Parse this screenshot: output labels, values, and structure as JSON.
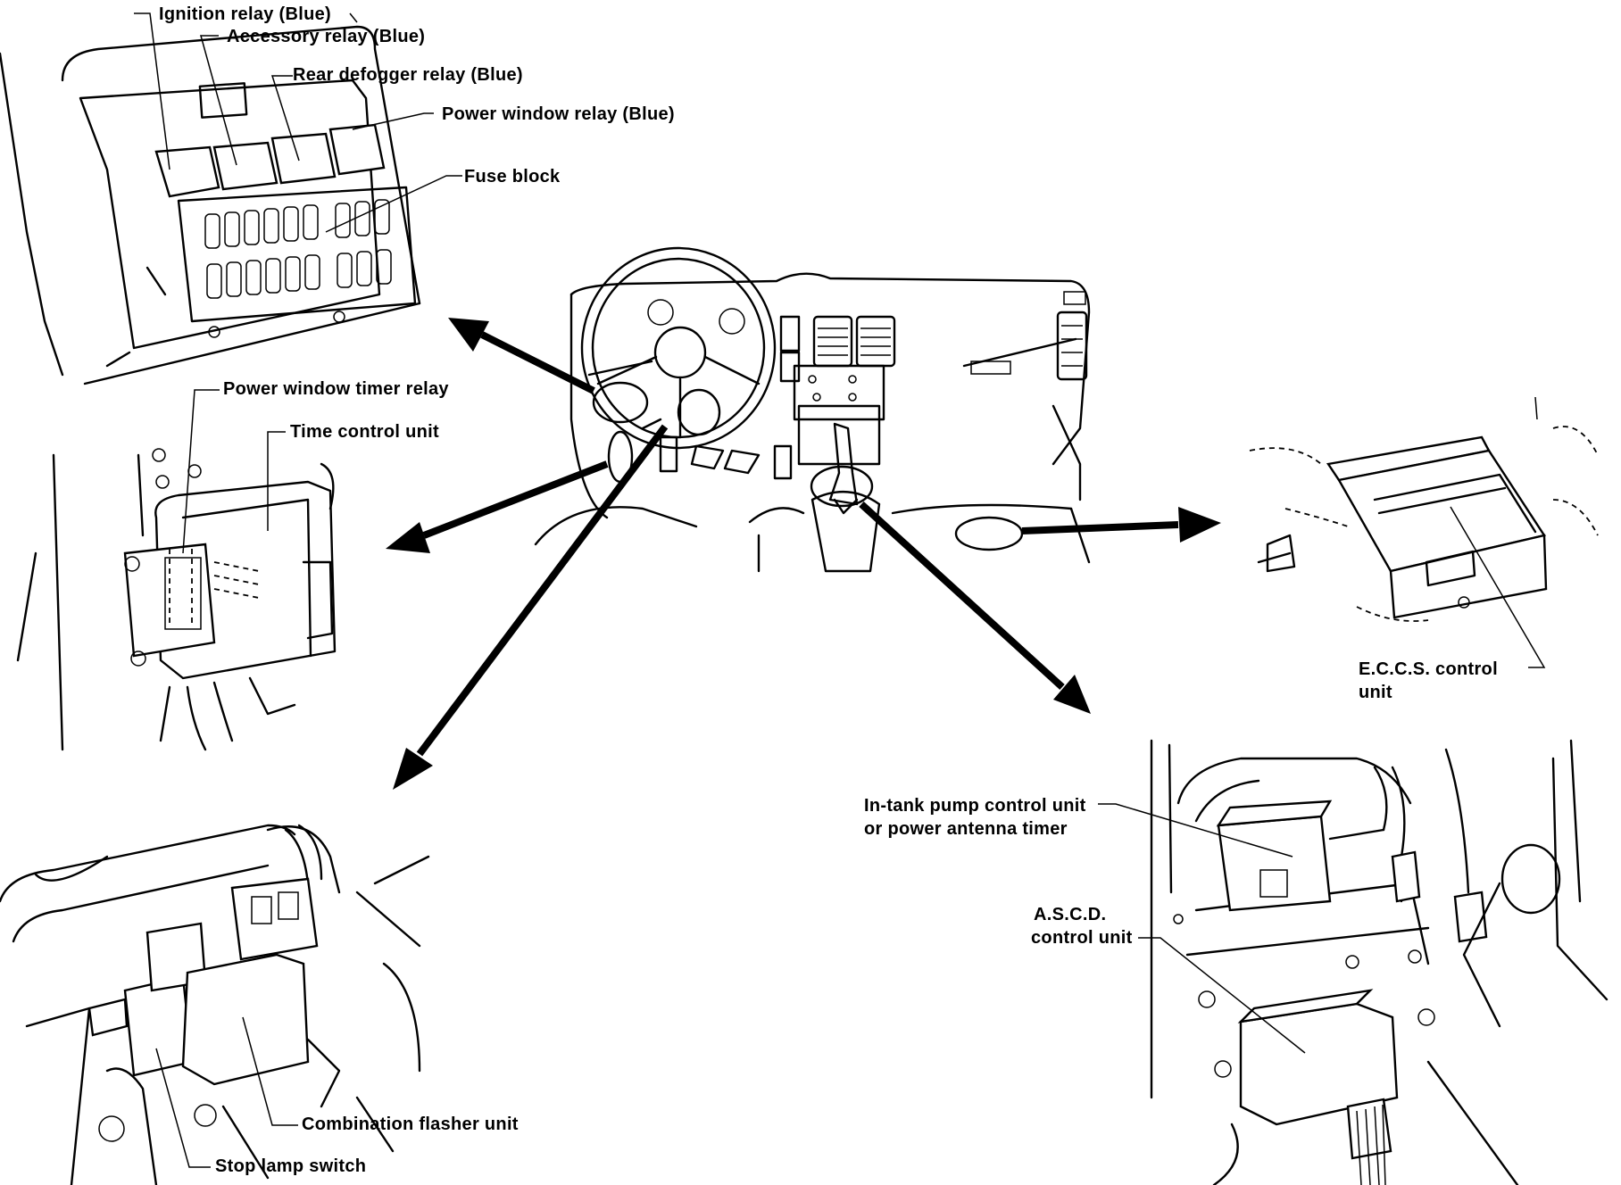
{
  "labels": {
    "ignition_relay": "Ignition relay (Blue)",
    "accessory_relay": "Accessory relay (Blue)",
    "rear_defogger_relay": "Rear defogger relay (Blue)",
    "power_window_relay": "Power window relay (Blue)",
    "fuse_block": "Fuse block",
    "power_window_timer_relay": "Power window timer relay",
    "time_control_unit": "Time control unit",
    "eccs_control_unit_line1": "E.C.C.S. control",
    "eccs_control_unit_line2": "unit",
    "in_tank_pump_line1": "In-tank pump control unit",
    "in_tank_pump_line2": "or power antenna timer",
    "ascd_line1": "A.S.C.D.",
    "ascd_line2": "control unit",
    "combination_flasher_unit": "Combination flasher unit",
    "stop_lamp_switch": "Stop lamp switch"
  },
  "colors": {
    "ink": "#000000",
    "paper": "#ffffff"
  }
}
